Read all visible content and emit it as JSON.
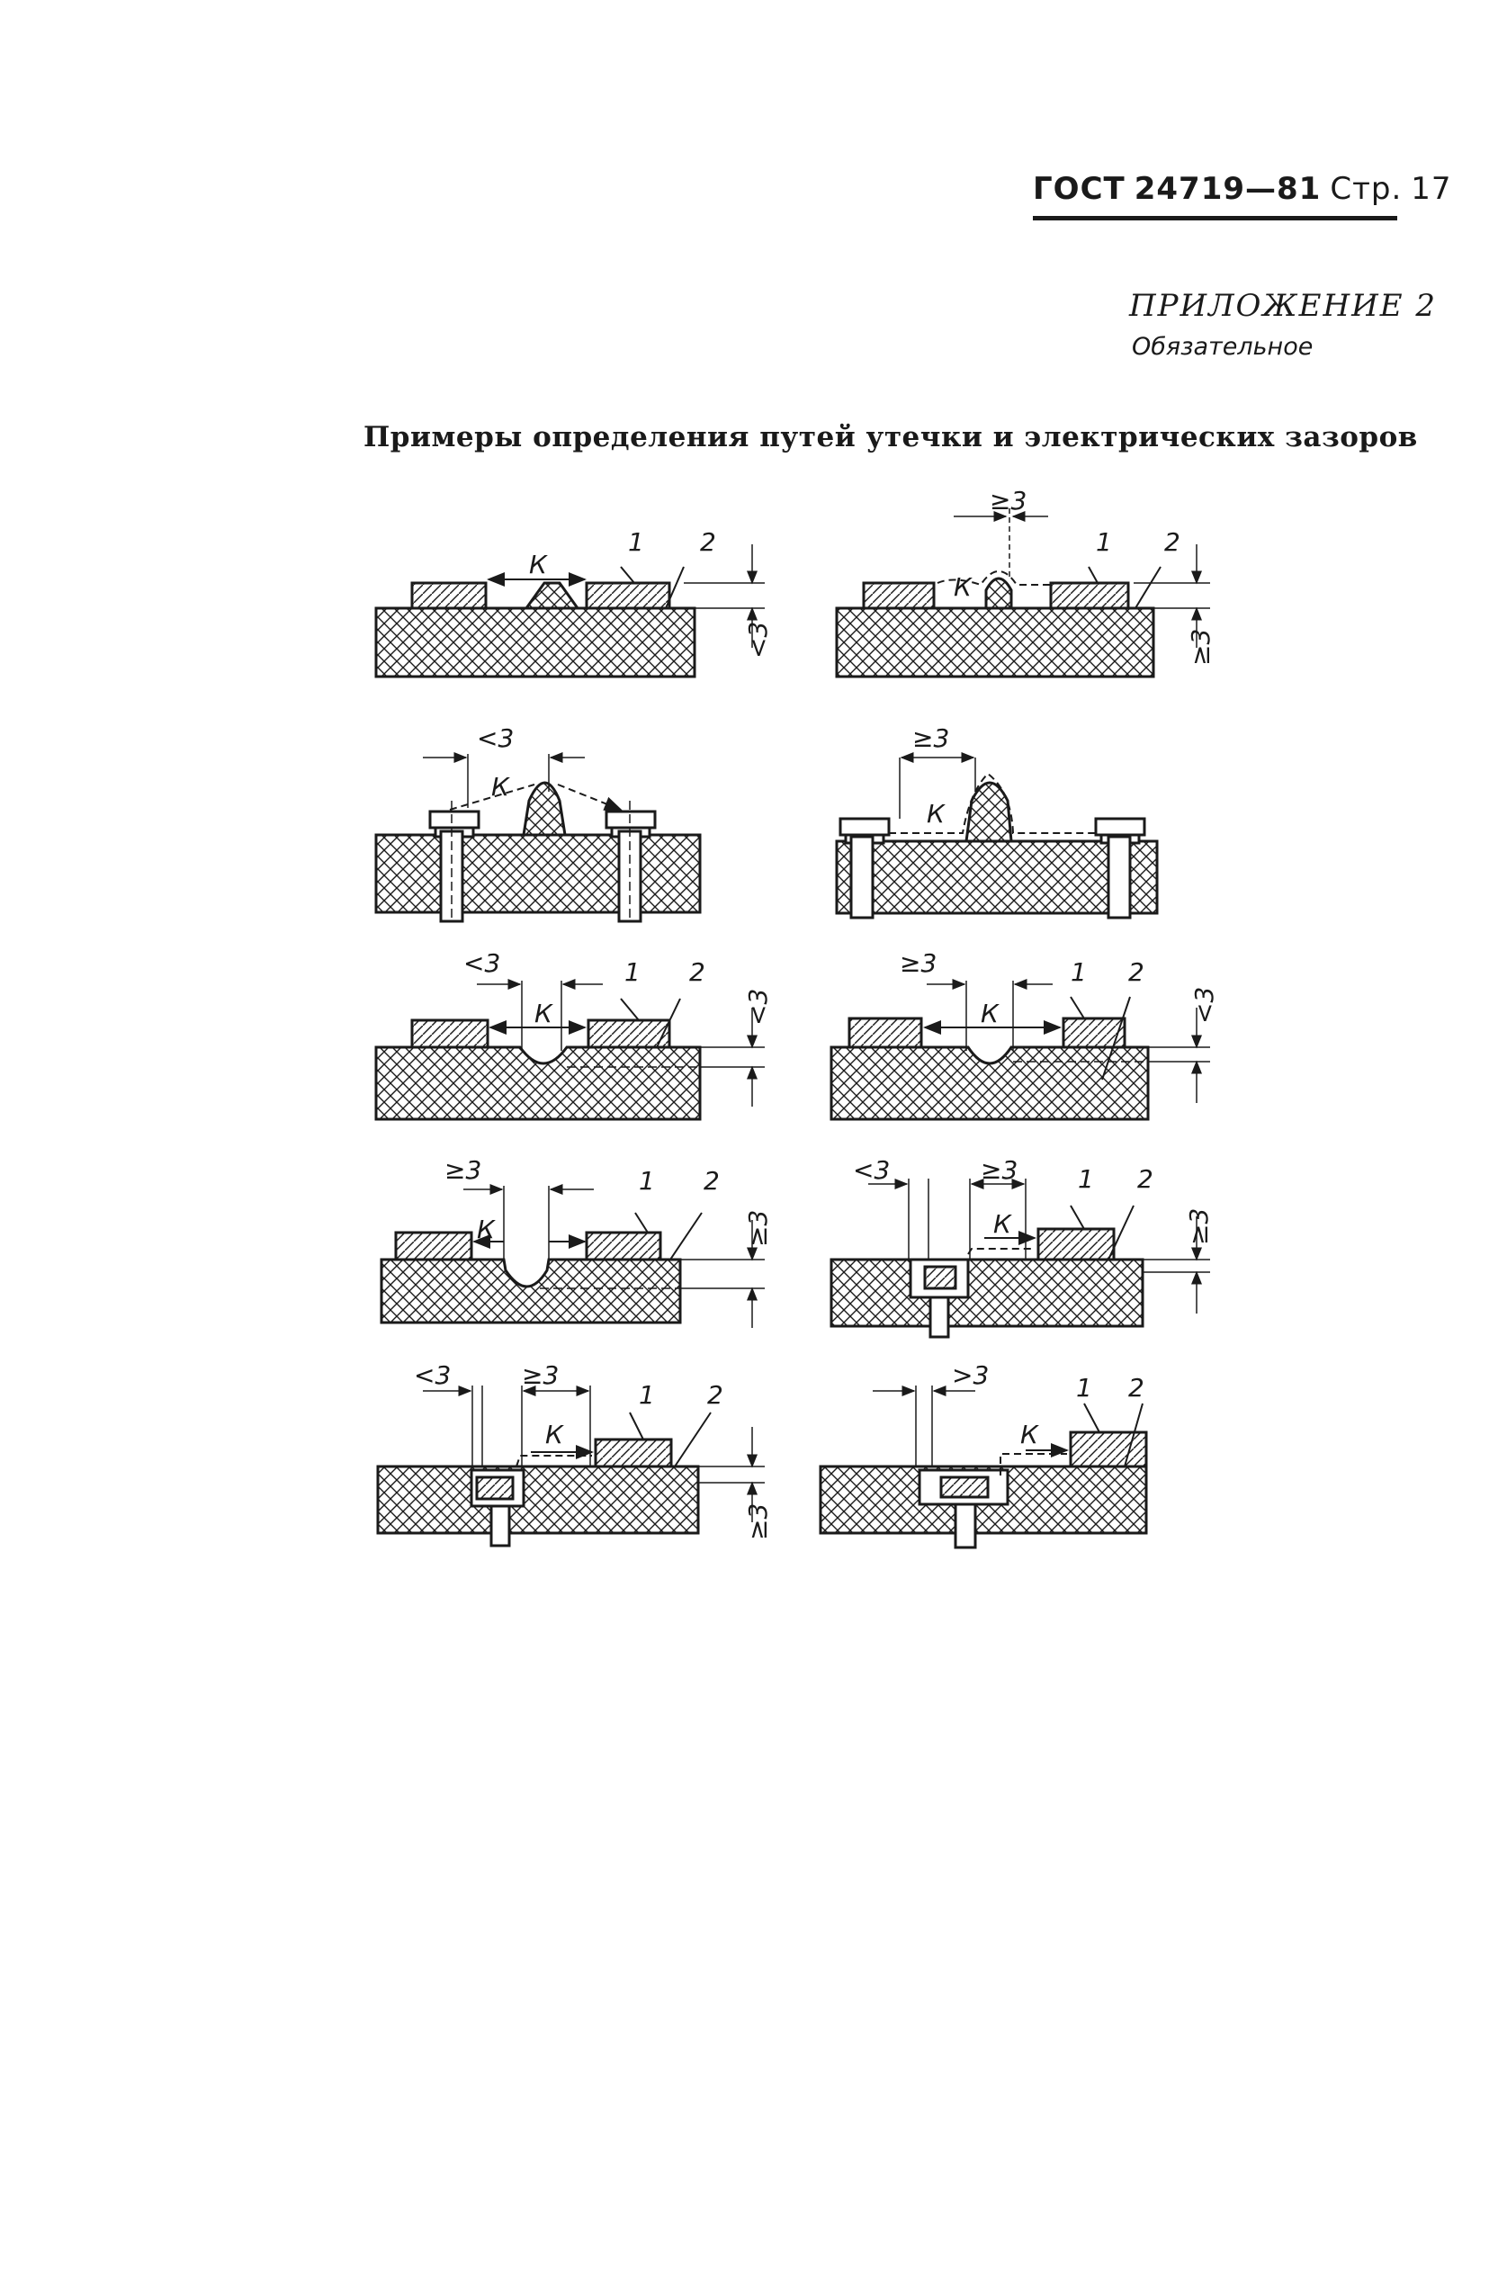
{
  "header": {
    "standard": "ГОСТ",
    "number": "24719—81",
    "page_label": "Стр.",
    "page_number": "17"
  },
  "appendix": {
    "title": "ПРИЛОЖЕНИЕ 2",
    "subtitle": "Обязательное"
  },
  "figure_title": "Примеры определения путей утечки и электрических зазоров",
  "labels": {
    "k": "К",
    "part1": "1",
    "part2": "2",
    "lt3": "<3",
    "ge3": "≥3",
    "gt3": ">3"
  }
}
